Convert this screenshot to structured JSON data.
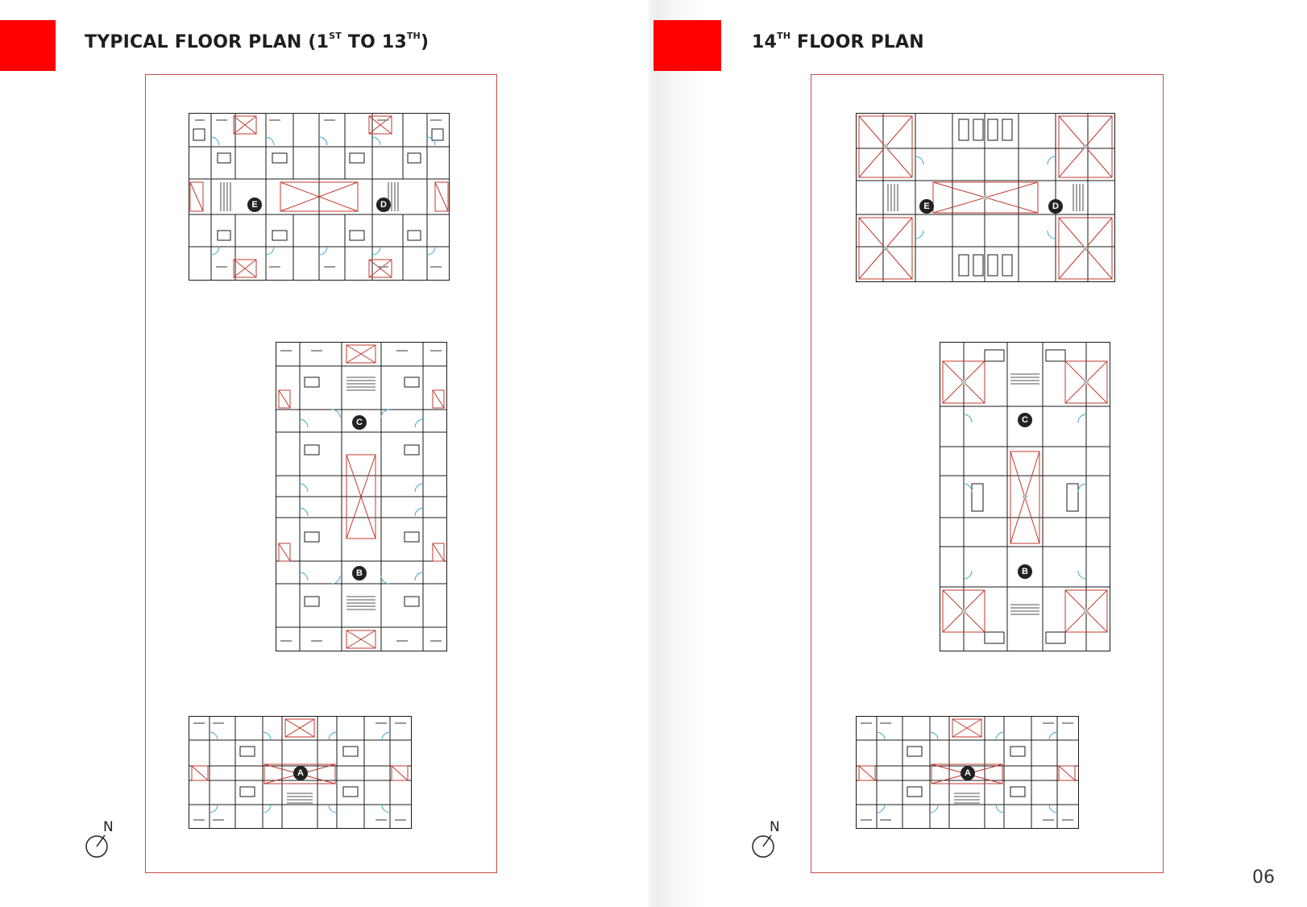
{
  "left_page": {
    "title": {
      "prefix": "TYPICAL FLOOR PLAN (1",
      "sup1": "ST",
      "middle": " TO 13",
      "sup2": "TH",
      "suffix": ")"
    },
    "wings": [
      "E",
      "D",
      "C",
      "B",
      "A"
    ],
    "compass_label": "N"
  },
  "right_page": {
    "title": {
      "prefix": "14",
      "sup1": "TH",
      "suffix": " FLOOR PLAN"
    },
    "wings": [
      "E",
      "D",
      "C",
      "B",
      "A"
    ],
    "compass_label": "N"
  },
  "page_number": "06",
  "colors": {
    "accent": "#ff0000",
    "frame": "#c94a4a",
    "wall": "#1a1a1a",
    "door": "#3aa6c8",
    "void": "#c0392b"
  }
}
